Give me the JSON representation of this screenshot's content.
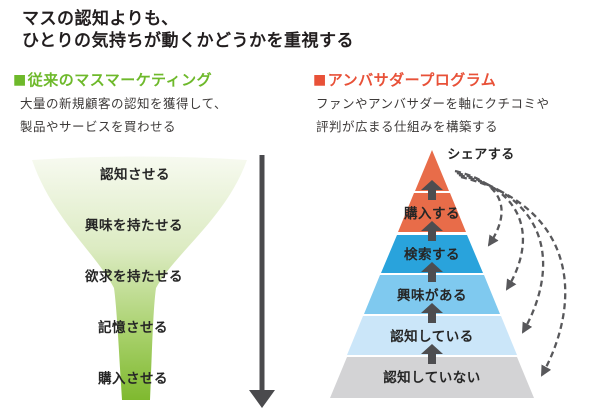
{
  "title": {
    "line1": "マスの認知よりも、",
    "line2": "ひとりの気持ちが動くかどうかを重視する"
  },
  "left_panel": {
    "bullet": "■",
    "heading": "従来のマスマーケティング",
    "accent_color": "#6eb92b",
    "description": [
      "大量の新規顧客の認知を獲得して、",
      "製品やサービスを買わせる"
    ],
    "funnel": {
      "stages": [
        "認知させる",
        "興味を持たせる",
        "欲求を持たせる",
        "記憶させる",
        "購入させる"
      ],
      "gradient_top_color": "#f7faf0",
      "gradient_bottom_color": "#7fb92f",
      "flow_arrow_color": "#4a4a4d"
    }
  },
  "right_panel": {
    "bullet": "■",
    "heading": "アンバサダープログラム",
    "accent_color": "#e85138",
    "description": [
      "ファンやアンバサダーを軸にクチコミや",
      "評判が広まる仕組みを構築する"
    ],
    "pyramid": {
      "share_label": "シェアする",
      "apex_color": "#e86c49",
      "levels": [
        {
          "label": "購入する",
          "color": "#e86c49"
        },
        {
          "label": "検索する",
          "color": "#29a3dc"
        },
        {
          "label": "興味がある",
          "color": "#7fc9ef"
        },
        {
          "label": "認知している",
          "color": "#cbe6f9"
        },
        {
          "label": "認知していない",
          "color": "#d3d3d5"
        }
      ],
      "step_arrow_color": "#4d4d50",
      "share_arrow_color": "#58585b"
    }
  }
}
